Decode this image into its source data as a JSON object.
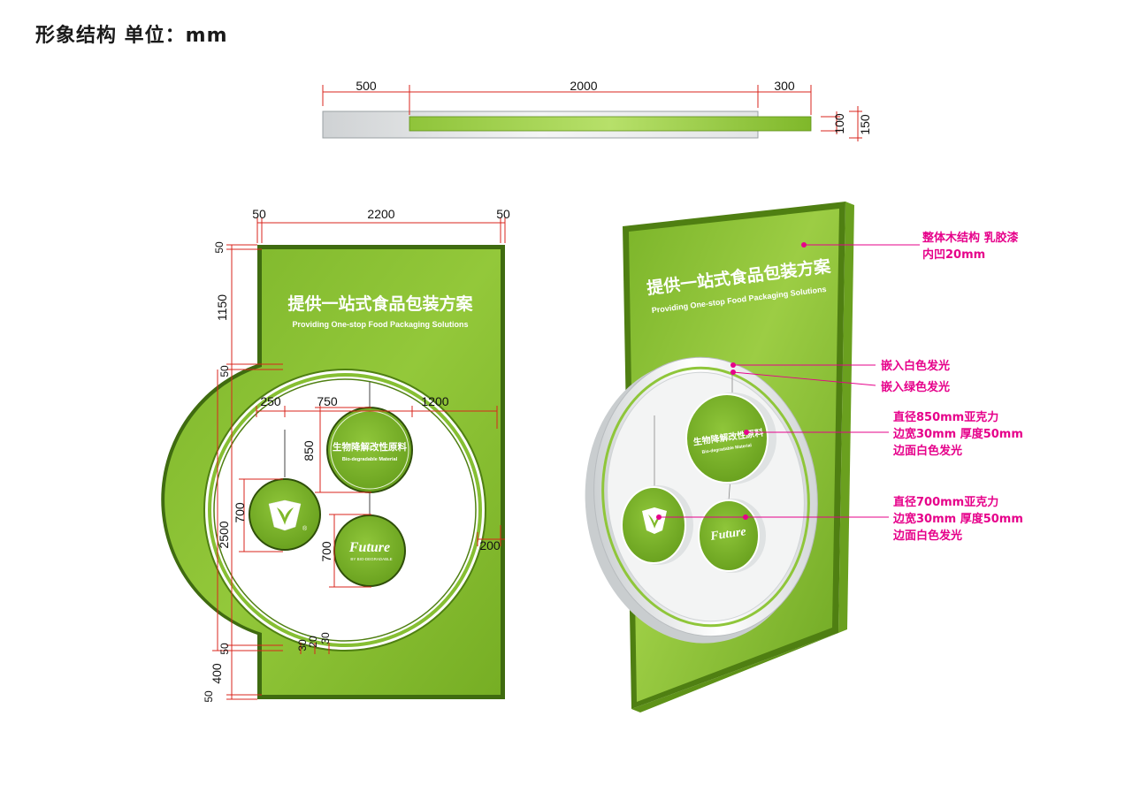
{
  "title": "形象结构 单位：mm",
  "top_view": {
    "dims": {
      "left": "500",
      "middle": "2000",
      "right": "300",
      "h_inner": "100",
      "h_outer": "150"
    }
  },
  "front_view": {
    "sign_cn": "提供一站式食品包装方案",
    "sign_en": "Providing One-stop Food Packaging Solutions",
    "badge_cn": "生物降解改性原料",
    "badge_en": "Bio-degradable Material",
    "future_text": "Future",
    "future_sub": "BY BIO-DEGRADABLE",
    "registered": "®",
    "dims": {
      "top_left": "50",
      "top_middle": "2200",
      "top_right": "50",
      "left_50_top": "50",
      "left_1150": "1150",
      "left_50_mid": "50",
      "left_2500": "2500",
      "left_50_low": "50",
      "left_400": "400",
      "left_50_bottom": "50",
      "inner_250": "250",
      "inner_750": "750",
      "inner_1200": "1200",
      "inner_850": "850",
      "inner_700_left": "700",
      "inner_700_right": "700",
      "right_200": "200",
      "bottom_30a": "30",
      "bottom_20": "20",
      "bottom_30b": "30"
    }
  },
  "annotations": [
    {
      "line1": "整体木结构 乳胶漆",
      "line2": "内凹20mm"
    },
    {
      "line1": "嵌入白色发光"
    },
    {
      "line1": "嵌入绿色发光"
    },
    {
      "line1": "直径850mm亚克力",
      "line2": "边宽30mm 厚度50mm",
      "line3": "边面白色发光"
    },
    {
      "line1": "直径700mm亚克力",
      "line2": "边宽30mm 厚度50mm",
      "line3": "边面白色发光"
    }
  ],
  "colors": {
    "green": "#7fb82a",
    "green_light": "#98cc3c",
    "green_dark": "#4f7f12",
    "dim_red": "#d9261c",
    "annotation": "#e6008a"
  }
}
